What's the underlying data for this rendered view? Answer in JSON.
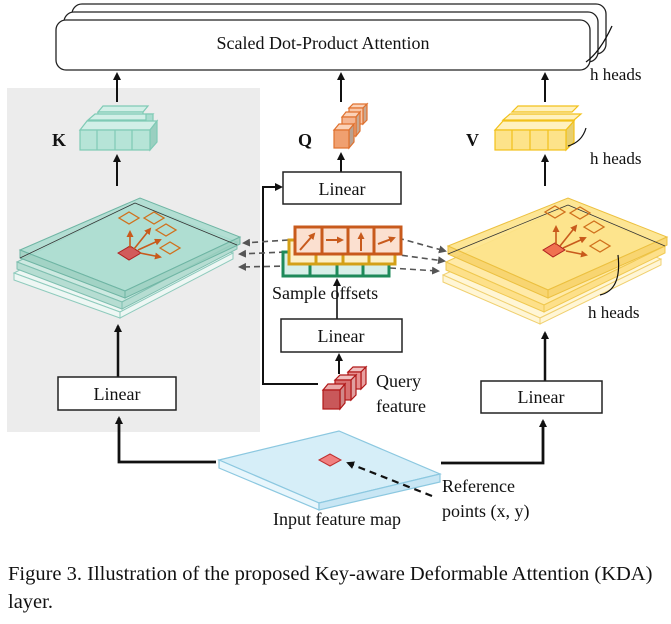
{
  "diagram": {
    "attention_block": {
      "label": "Scaled Dot-Product Attention",
      "heads_label": "h heads"
    },
    "key": {
      "label": "K"
    },
    "query": {
      "label": "Q"
    },
    "value": {
      "label": "V",
      "heads_label": "h heads"
    },
    "value_feature_stack": {
      "heads_label": "h heads"
    },
    "query_linear": {
      "label": "Linear"
    },
    "offset_linear": {
      "label": "Linear"
    },
    "key_linear": {
      "label": "Linear"
    },
    "value_linear": {
      "label": "Linear"
    },
    "sample_offsets": {
      "label": "Sample offsets"
    },
    "query_feature": {
      "line1": "Query",
      "line2": "feature"
    },
    "input_feature_map": {
      "label": "Input feature map"
    },
    "reference_points": {
      "line1": "Reference",
      "line2": "points (x, y)"
    },
    "colors": {
      "key": "#a9dccf",
      "query": "#f0a070",
      "value": "#fde38a",
      "query_feature": "#c9585a",
      "offsets_orange": "#c85a1c",
      "offsets_gold": "#d4a017",
      "offsets_green": "#1e8a5a",
      "panel_bg": "#ececec",
      "input_map": "#d6eef8"
    }
  },
  "caption": {
    "text": "Figure 3. Illustration of the proposed Key-aware Deformable Attention (KDA) layer."
  }
}
